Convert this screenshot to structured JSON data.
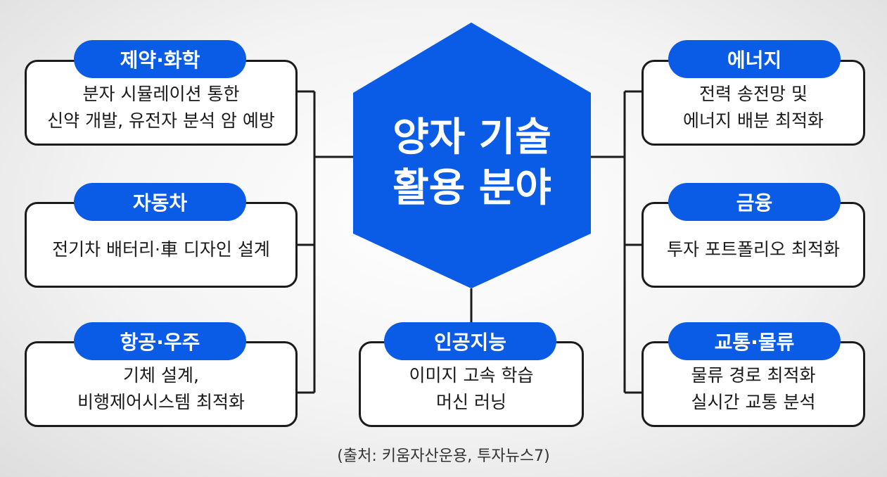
{
  "center": {
    "lines": [
      "양자 기술",
      "활용 분야"
    ]
  },
  "fields": [
    {
      "id": "pharma",
      "label": "제약·화학",
      "lines": [
        "분자 시뮬레이션 통한",
        "신약 개발, 유전자 분석 암 예방"
      ]
    },
    {
      "id": "auto",
      "label": "자동차",
      "lines": [
        "전기차 배터리·車 디자인 설계"
      ]
    },
    {
      "id": "aero",
      "label": "항공·우주",
      "lines": [
        "기체 설계,",
        "비행제어시스템 최적화"
      ]
    },
    {
      "id": "ai",
      "label": "인공지능",
      "lines": [
        "이미지 고속 학습",
        "머신 러닝"
      ]
    },
    {
      "id": "energy",
      "label": "에너지",
      "lines": [
        "전력 송전망 및",
        "에너지 배분 최적화"
      ]
    },
    {
      "id": "finance",
      "label": "금융",
      "lines": [
        "투자 포트폴리오 최적화"
      ]
    },
    {
      "id": "traffic",
      "label": "교통·물류",
      "lines": [
        "물류 경로 최적화",
        "실시간 교통 분석"
      ]
    }
  ],
  "source": "(출처: 키움자산운용, 투자뉴스7)",
  "colors": {
    "accent": "#0a5be6",
    "border": "#1b1b1b"
  }
}
